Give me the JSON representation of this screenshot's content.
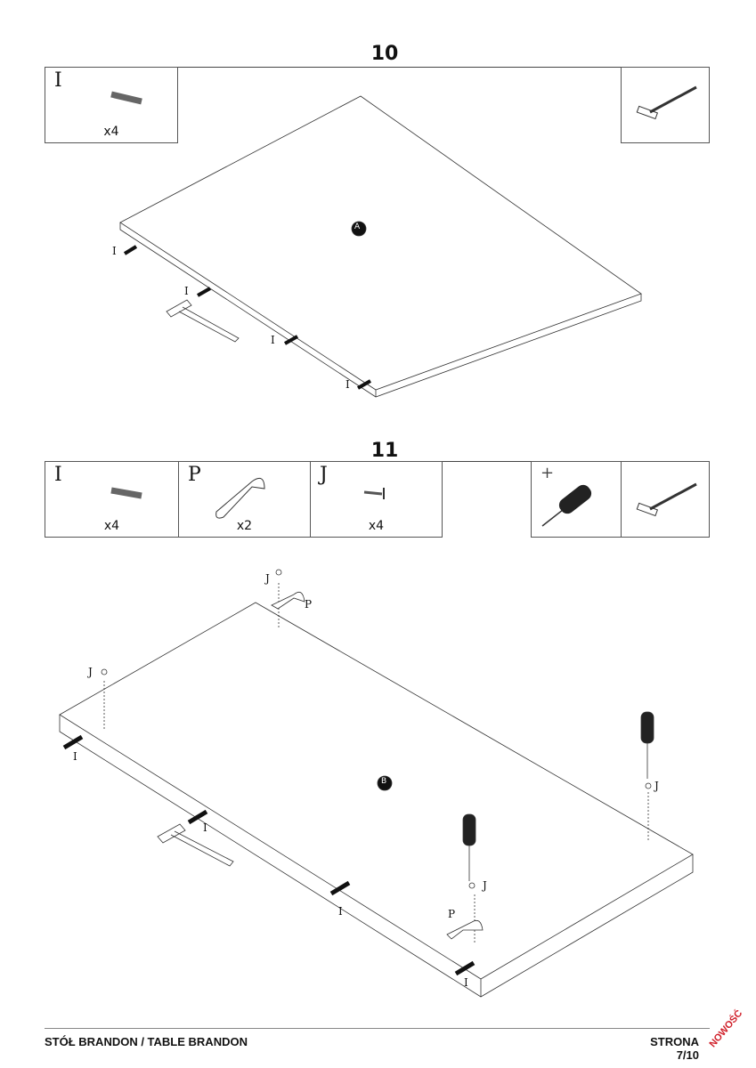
{
  "steps": [
    {
      "number": "10",
      "parts": [
        {
          "letter": "I",
          "qty": "x4"
        }
      ],
      "panel": "A",
      "part_labels": [
        "I",
        "I",
        "I",
        "I"
      ]
    },
    {
      "number": "11",
      "parts": [
        {
          "letter": "I",
          "qty": "x4"
        },
        {
          "letter": "P",
          "qty": "x2"
        },
        {
          "letter": "J",
          "qty": "x4"
        }
      ],
      "tool_label": "+",
      "panel": "B",
      "part_labels": {
        "I": "I",
        "J": "J",
        "P": "P"
      }
    }
  ],
  "footer": {
    "title": "STÓŁ BRANDON / TABLE BRANDON",
    "page": "STRONA 7/10",
    "badge": "NOWOŚĆ"
  }
}
